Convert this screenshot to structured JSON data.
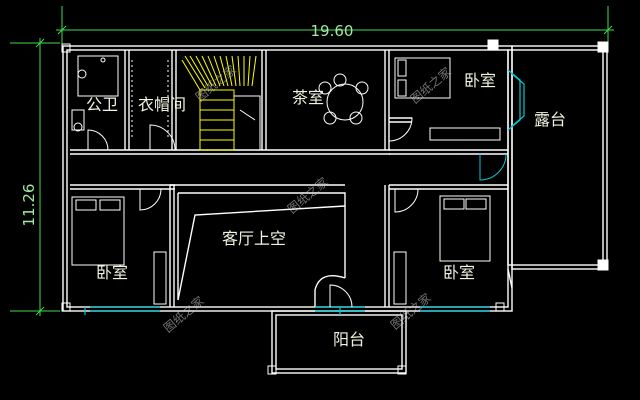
{
  "dimensions": {
    "width_label": "19.60",
    "depth_label": "11.26"
  },
  "rooms": {
    "public_bath": "公卫",
    "cloakroom": "衣帽间",
    "tea_room": "茶室",
    "bedroom_ne": "卧室",
    "terrace": "露台",
    "living_void": "客厅上空",
    "bedroom_w": "卧室",
    "bedroom_e": "卧室",
    "balcony": "阳台"
  },
  "watermark": "图纸之家",
  "colors": {
    "background": "#000000",
    "walls": "#ffffff",
    "dimension": "#3ddc4a",
    "windows": "#00c8d8",
    "stairs": "#ffff00",
    "furniture": "#ffffff"
  }
}
